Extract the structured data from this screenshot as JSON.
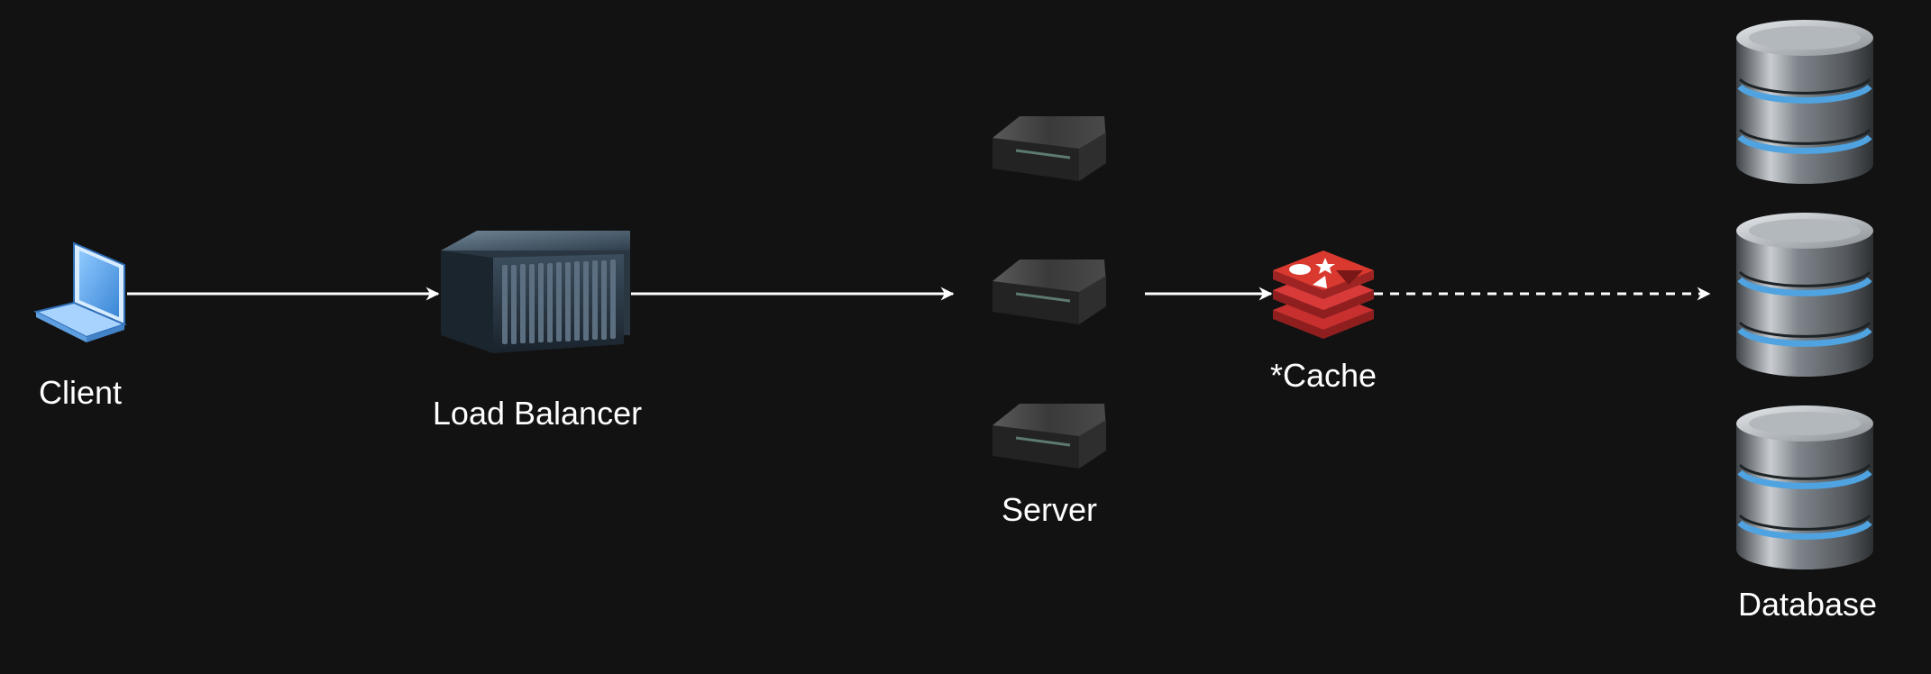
{
  "diagram": {
    "nodes": {
      "client": {
        "label": "Client",
        "icon": "laptop-icon"
      },
      "lb": {
        "label": "Load Balancer",
        "icon": "server-rack-icon"
      },
      "server": {
        "label": "Server",
        "icon": "server-box-icon",
        "count": 3
      },
      "cache": {
        "label": "*Cache",
        "icon": "redis-icon"
      },
      "database": {
        "label": "Database",
        "icon": "database-icon",
        "count": 3
      }
    },
    "edges": [
      {
        "from": "client",
        "to": "lb",
        "style": "solid"
      },
      {
        "from": "lb",
        "to": "server",
        "style": "solid"
      },
      {
        "from": "server",
        "to": "cache",
        "style": "solid"
      },
      {
        "from": "cache",
        "to": "database",
        "style": "dashed"
      }
    ],
    "colors": {
      "background": "#121212",
      "text": "#ffffff",
      "edge": "#ffffff",
      "laptop": "#5aa8f0",
      "redis": "#c82f2f",
      "database_glow": "#4fa3e0"
    }
  }
}
